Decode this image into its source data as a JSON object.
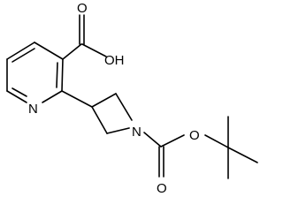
{
  "structure": {
    "atoms": {
      "oh_label": "OH",
      "carbonyl_o_acid": "O",
      "pyridine_n": "N",
      "azetidine_n": "N",
      "carbamate_carbonyl_o": "O",
      "ester_o": "O"
    }
  },
  "colors": {
    "bond": "#000000",
    "label": "#000000",
    "background": "#ffffff"
  }
}
